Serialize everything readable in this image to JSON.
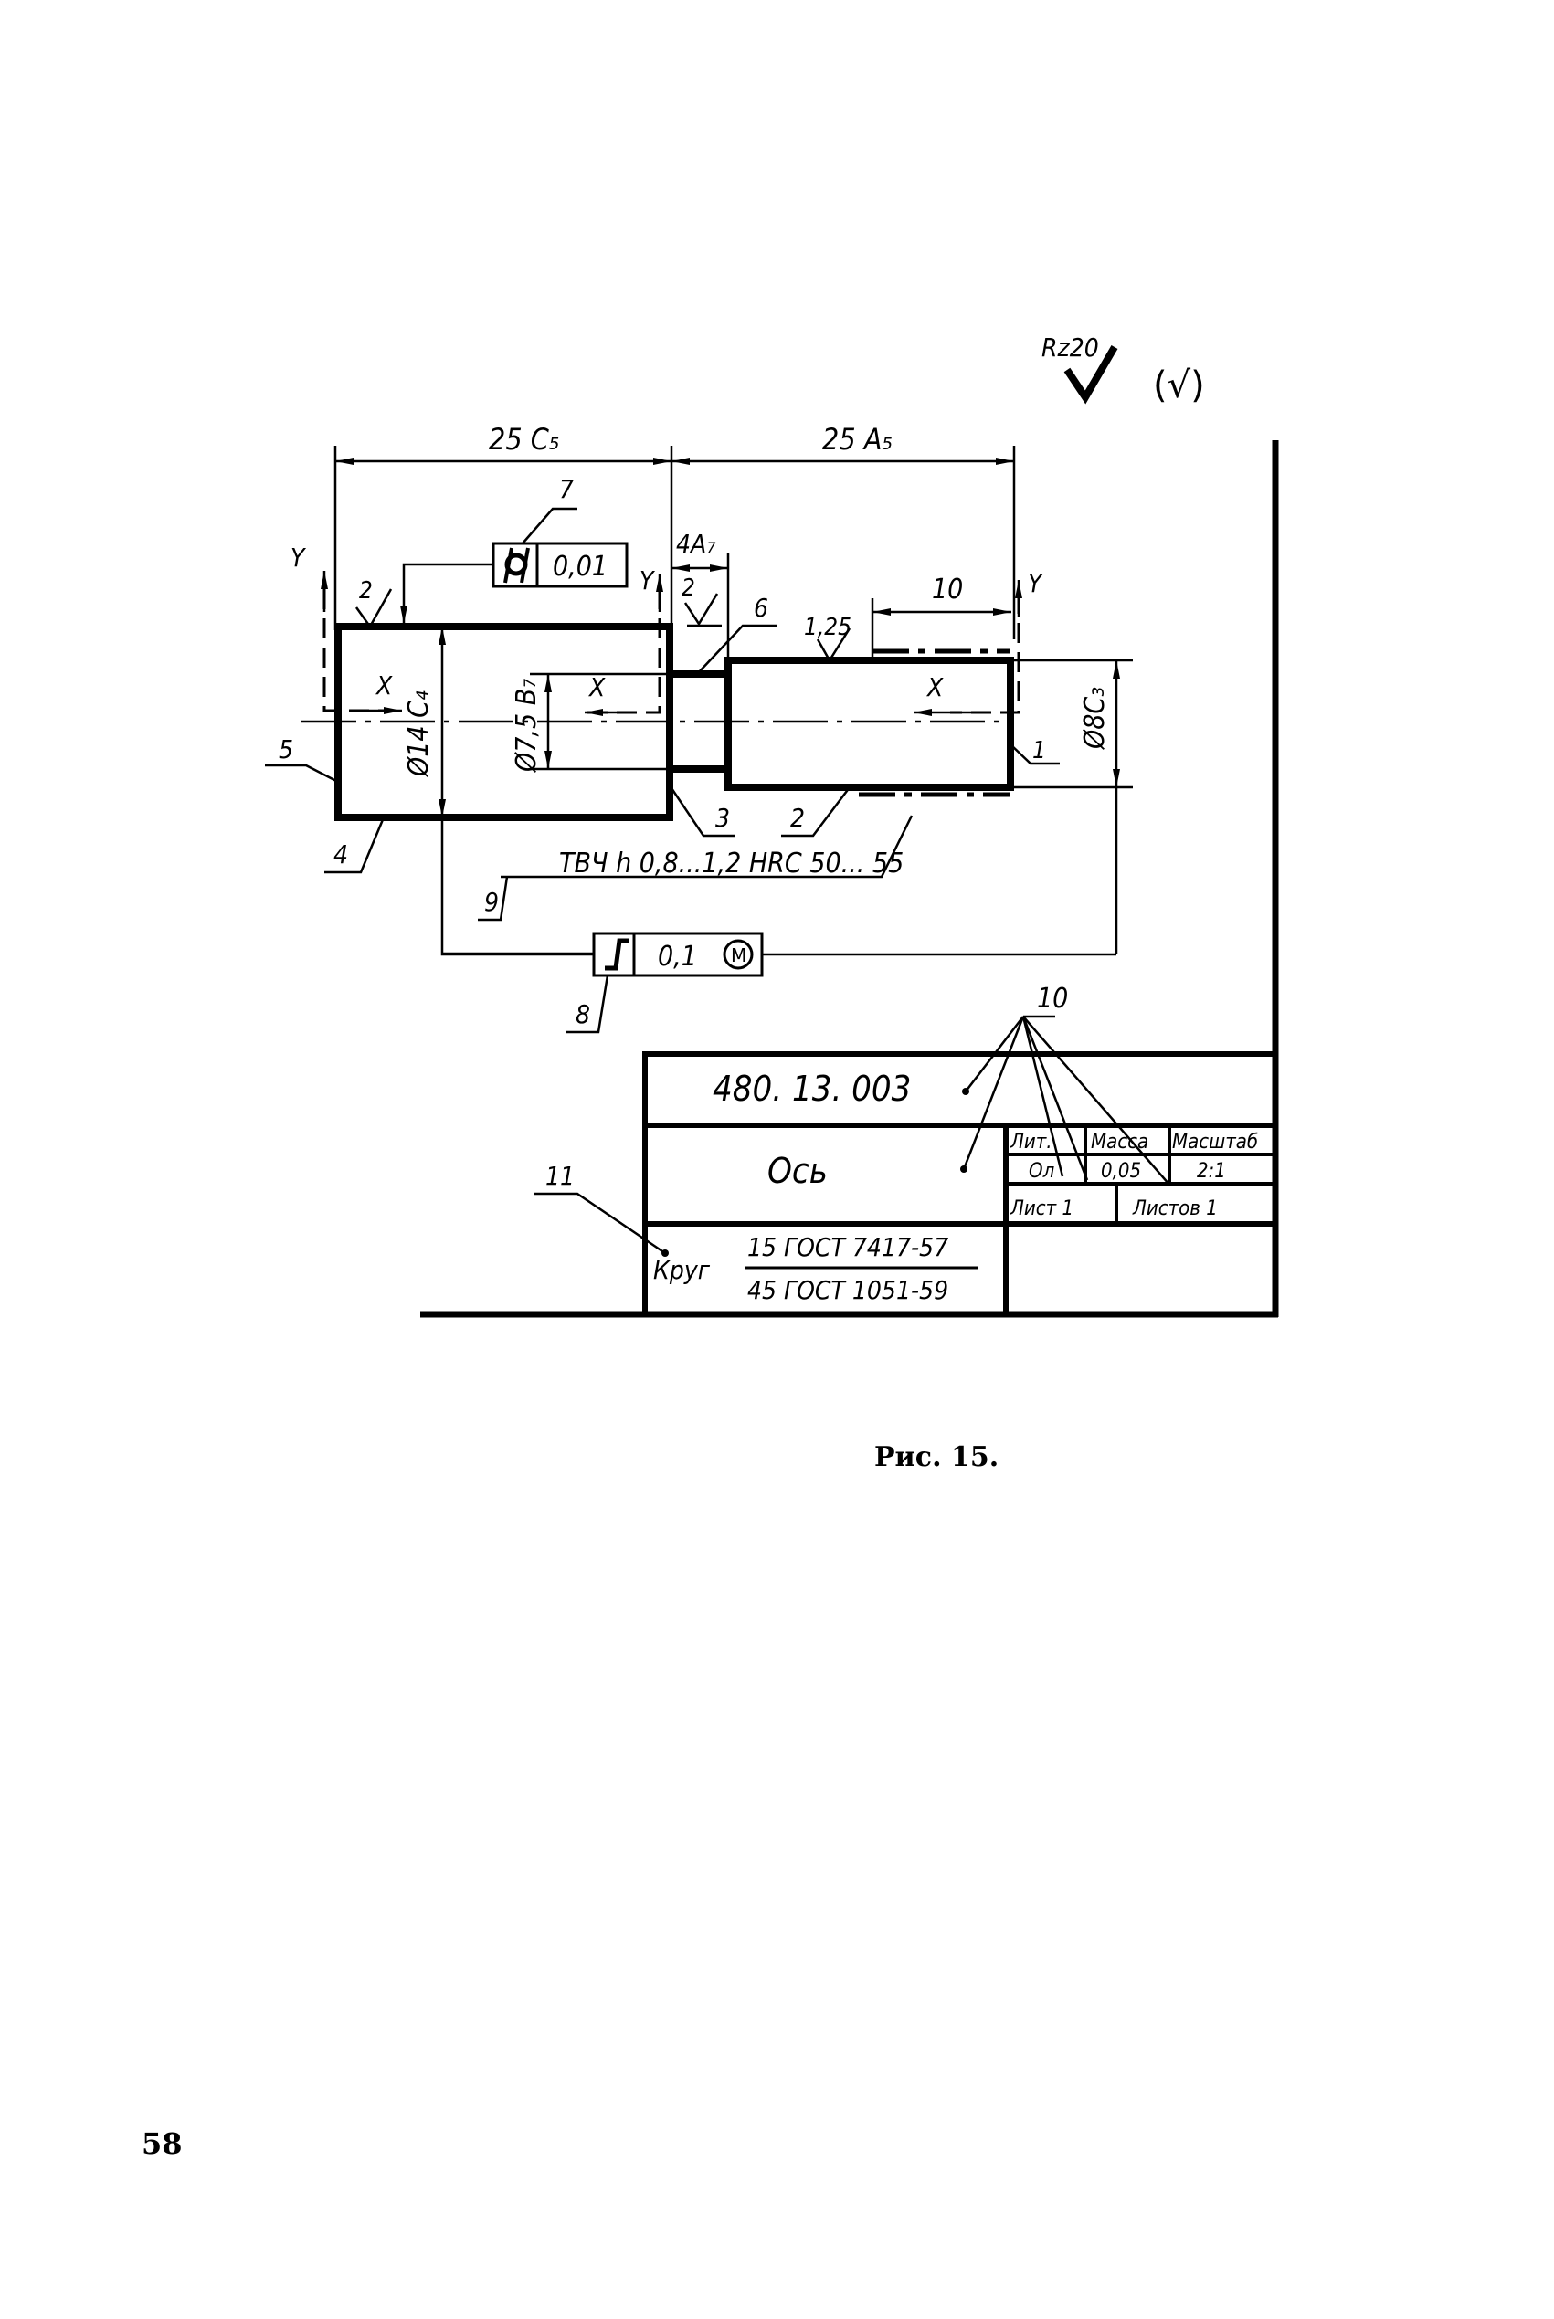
{
  "figure": {
    "caption": "Рис. 15.",
    "page_number": "58"
  },
  "roughness": {
    "symbol_value": "Rz20",
    "rest_symbol": "(√)"
  },
  "dimensions": {
    "len_left": "25 C₅",
    "len_right": "25 A₅",
    "neck_len": "4A₇",
    "hardened_len": "10",
    "dia_big": "Ø14 C₄",
    "dia_neck": "Ø7,5 B₇",
    "dia_small": "Ø8C₃"
  },
  "roughness_marks": {
    "left_face": "2",
    "neck_face": "2",
    "small_surface": "1,25"
  },
  "section_labels": {
    "y_left": "Y",
    "y_mid": "Y",
    "y_right": "Y",
    "x_left": "X",
    "x_mid": "X",
    "x_right": "X"
  },
  "tolerance_frames": [
    {
      "id": "flatness",
      "symbol": "cylindricity",
      "value": "0,01"
    },
    {
      "id": "runout",
      "symbol": "runout",
      "value": "0,1",
      "modifier": "M"
    }
  ],
  "note_heat_treatment": "ТВЧ h 0,8...1,2 HRC 50... 55",
  "callouts": [
    "1",
    "2",
    "3",
    "4",
    "5",
    "6",
    "7",
    "8",
    "9",
    "10",
    "11"
  ],
  "title_block": {
    "designation": "480. 13. 003",
    "name": "Ось",
    "material_prefix": "Круг",
    "material_top": "15 ГОСТ 7417-57",
    "material_bottom": "45 ГОСТ 1051-59",
    "headers": [
      "Лит.",
      "Масса",
      "Масштаб"
    ],
    "values": [
      "Ол",
      "0,05",
      "2:1"
    ],
    "sheet": "Лист 1",
    "sheets": "Листов 1"
  }
}
